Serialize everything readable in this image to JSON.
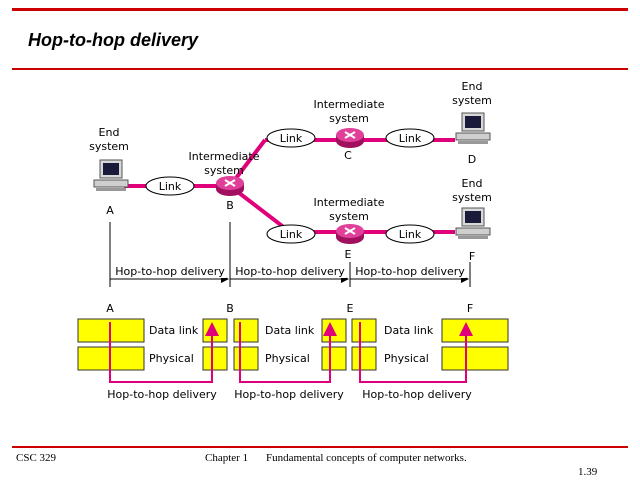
{
  "slide": {
    "title": "Hop-to-hop delivery",
    "footer_course": "CSC 329",
    "footer_chapter": "Chapter 1",
    "footer_topic": "Fundamental concepts of computer networks.",
    "footer_page": "1.39"
  },
  "diagram": {
    "end_system_label_line1": "End",
    "end_system_label_line2": "system",
    "intermediate_label_line1": "Intermediate",
    "intermediate_label_line2": "system",
    "link_label": "Link",
    "nodes": {
      "a": "A",
      "b": "B",
      "c": "C",
      "d": "D",
      "e": "E",
      "f": "F"
    },
    "hop_label": "Hop-to-hop delivery",
    "data_link_label": "Data link",
    "physical_label": "Physical"
  },
  "colors": {
    "accent": "#cc0000",
    "link_path": "#e0007a",
    "layer_box": "#ffff00",
    "router": "#d81b8c"
  }
}
